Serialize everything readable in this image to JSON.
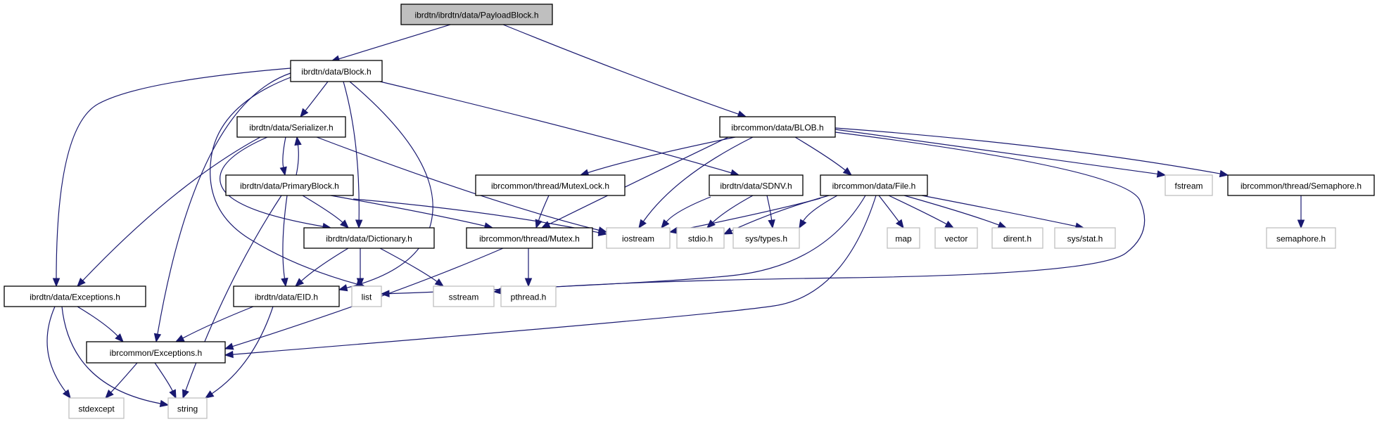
{
  "title": "ibrdtn/ibrdtn/data/PayloadBlock.h include dependency graph",
  "colors": {
    "edge": "#191970",
    "root_fill": "#bfbfbf",
    "project_border": "#000000",
    "external_border": "#bfbfbf"
  },
  "nodes": [
    {
      "id": "payloadblock",
      "label": "ibrdtn/ibrdtn/data/PayloadBlock.h",
      "kind": "root"
    },
    {
      "id": "block",
      "label": "ibrdtn/data/Block.h",
      "kind": "project"
    },
    {
      "id": "blob",
      "label": "ibrcommon/data/BLOB.h",
      "kind": "project"
    },
    {
      "id": "serializer",
      "label": "ibrdtn/data/Serializer.h",
      "kind": "project"
    },
    {
      "id": "primaryblock",
      "label": "ibrdtn/data/PrimaryBlock.h",
      "kind": "project"
    },
    {
      "id": "mutexlock",
      "label": "ibrcommon/thread/MutexLock.h",
      "kind": "project"
    },
    {
      "id": "sdnv",
      "label": "ibrdtn/data/SDNV.h",
      "kind": "project"
    },
    {
      "id": "file",
      "label": "ibrcommon/data/File.h",
      "kind": "project"
    },
    {
      "id": "fstream",
      "label": "fstream",
      "kind": "external"
    },
    {
      "id": "semaphore",
      "label": "ibrcommon/thread/Semaphore.h",
      "kind": "project"
    },
    {
      "id": "dictionary",
      "label": "ibrdtn/data/Dictionary.h",
      "kind": "project"
    },
    {
      "id": "mutex",
      "label": "ibrcommon/thread/Mutex.h",
      "kind": "project"
    },
    {
      "id": "iostream",
      "label": "iostream",
      "kind": "external"
    },
    {
      "id": "stdio",
      "label": "stdio.h",
      "kind": "external"
    },
    {
      "id": "systypes",
      "label": "sys/types.h",
      "kind": "external"
    },
    {
      "id": "map",
      "label": "map",
      "kind": "external"
    },
    {
      "id": "vector",
      "label": "vector",
      "kind": "external"
    },
    {
      "id": "dirent",
      "label": "dirent.h",
      "kind": "external"
    },
    {
      "id": "sysstat",
      "label": "sys/stat.h",
      "kind": "external"
    },
    {
      "id": "semaphoreh",
      "label": "semaphore.h",
      "kind": "external"
    },
    {
      "id": "dtnexceptions",
      "label": "ibrdtn/data/Exceptions.h",
      "kind": "project"
    },
    {
      "id": "eid",
      "label": "ibrdtn/data/EID.h",
      "kind": "project"
    },
    {
      "id": "list",
      "label": "list",
      "kind": "external"
    },
    {
      "id": "sstream",
      "label": "sstream",
      "kind": "external"
    },
    {
      "id": "pthread",
      "label": "pthread.h",
      "kind": "external"
    },
    {
      "id": "commonexceptions",
      "label": "ibrcommon/Exceptions.h",
      "kind": "project"
    },
    {
      "id": "stdexcept",
      "label": "stdexcept",
      "kind": "external"
    },
    {
      "id": "string",
      "label": "string",
      "kind": "external"
    }
  ],
  "edges": [
    [
      "payloadblock",
      "block"
    ],
    [
      "payloadblock",
      "blob"
    ],
    [
      "block",
      "serializer"
    ],
    [
      "block",
      "dtnexceptions"
    ],
    [
      "block",
      "commonexceptions"
    ],
    [
      "block",
      "list"
    ],
    [
      "block",
      "dictionary"
    ],
    [
      "block",
      "eid"
    ],
    [
      "block",
      "sdnv"
    ],
    [
      "serializer",
      "primaryblock"
    ],
    [
      "serializer",
      "dictionary"
    ],
    [
      "serializer",
      "dtnexceptions"
    ],
    [
      "serializer",
      "iostream"
    ],
    [
      "primaryblock",
      "serializer"
    ],
    [
      "primaryblock",
      "dictionary"
    ],
    [
      "primaryblock",
      "eid"
    ],
    [
      "primaryblock",
      "mutex"
    ],
    [
      "primaryblock",
      "iostream"
    ],
    [
      "primaryblock",
      "string"
    ],
    [
      "blob",
      "mutexlock"
    ],
    [
      "blob",
      "mutex"
    ],
    [
      "blob",
      "iostream"
    ],
    [
      "blob",
      "file"
    ],
    [
      "blob",
      "fstream"
    ],
    [
      "blob",
      "semaphore"
    ],
    [
      "blob",
      "sstream"
    ],
    [
      "mutexlock",
      "mutex"
    ],
    [
      "sdnv",
      "iostream"
    ],
    [
      "sdnv",
      "stdio"
    ],
    [
      "sdnv",
      "systypes"
    ],
    [
      "file",
      "iostream"
    ],
    [
      "file",
      "stdio"
    ],
    [
      "file",
      "systypes"
    ],
    [
      "file",
      "map"
    ],
    [
      "file",
      "vector"
    ],
    [
      "file",
      "dirent"
    ],
    [
      "file",
      "sysstat"
    ],
    [
      "file",
      "list"
    ],
    [
      "file",
      "commonexceptions"
    ],
    [
      "semaphore",
      "semaphoreh"
    ],
    [
      "dictionary",
      "eid"
    ],
    [
      "dictionary",
      "list"
    ],
    [
      "dictionary",
      "sstream"
    ],
    [
      "mutex",
      "pthread"
    ],
    [
      "mutex",
      "commonexceptions"
    ],
    [
      "dtnexceptions",
      "commonexceptions"
    ],
    [
      "dtnexceptions",
      "stdexcept"
    ],
    [
      "dtnexceptions",
      "string"
    ],
    [
      "eid",
      "commonexceptions"
    ],
    [
      "eid",
      "string"
    ],
    [
      "commonexceptions",
      "stdexcept"
    ],
    [
      "commonexceptions",
      "string"
    ]
  ]
}
